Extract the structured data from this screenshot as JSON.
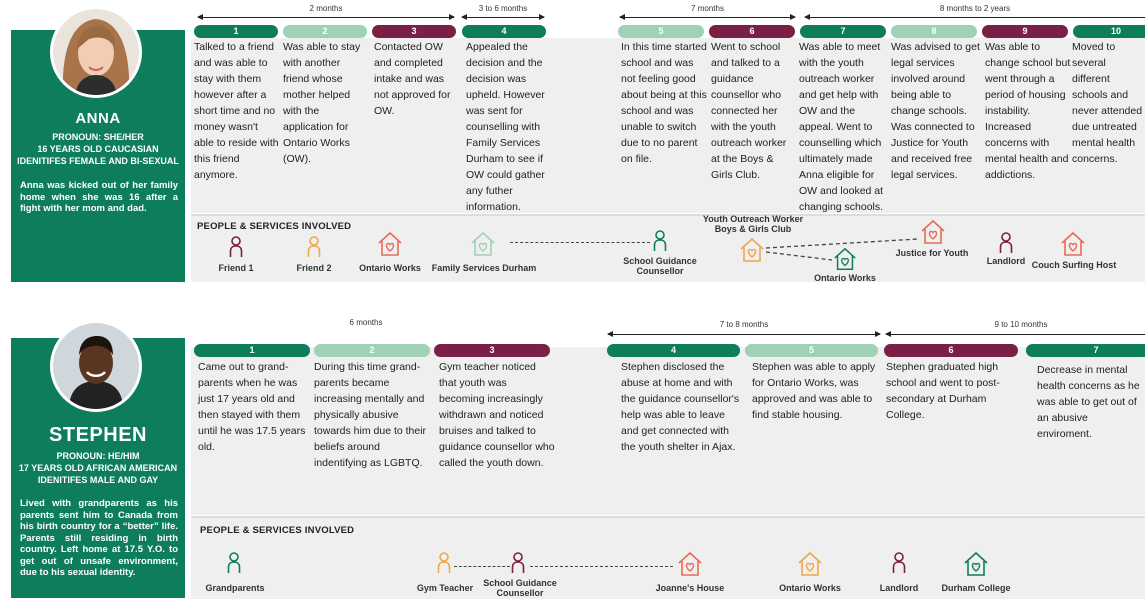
{
  "colors": {
    "green": "#0e7d5c",
    "light_green": "#9fd2b4",
    "maroon": "#7a1f45",
    "orange": "#f0a64a",
    "coral": "#e86b58",
    "grey_band": "#efefef"
  },
  "anna": {
    "name": "ANNA",
    "pronoun": "PRONOUN: SHE/HER",
    "age": "16 YEARS OLD CAUCASIAN",
    "identity": "IDENITIFES FEMALE AND BI-SEXUAL",
    "bio": "Anna was kicked out of her family home when she was 16 after a fight with her mom and dad.",
    "spans": [
      "2 months",
      "3 to 6 months",
      "7 months",
      "8 months to 2 years"
    ],
    "steps": [
      {
        "n": "1",
        "text": "Talked to a friend and was able to stay with them however after a short time and no money wasn't able to reside with this friend anymore."
      },
      {
        "n": "2",
        "text": "Was able to stay with another friend whose mother helped with the application for Ontario Works (OW)."
      },
      {
        "n": "3",
        "text": "Contacted OW and completed intake and was not approved for OW."
      },
      {
        "n": "4",
        "text": "Appealed the decision and the decision was upheld. However was sent for counselling with Family Services Durham to see if OW could gather any futher information."
      },
      {
        "n": "5",
        "text": "In this time started school and was not feeling good about being at this school and was unable to switch due to no parent on file."
      },
      {
        "n": "6",
        "text": "Went to school and talked to a guidance counsellor who connected her with the youth outreach worker at the Boys & Girls Club."
      },
      {
        "n": "7",
        "text": "Was able to meet with the youth outreach worker and get help with OW and the appeal. Went to counselling which ultimately made Anna eligible for OW and looked at changing schools."
      },
      {
        "n": "8",
        "text": "Was advised to get legal services involved around being able to change schools. Was connected to Justice for Youth and received free legal services."
      },
      {
        "n": "9",
        "text": "Was able to change school but went through a period of housing instability. Increased concerns with mental health and addictions."
      },
      {
        "n": "10",
        "text": "Moved to several different schools and never attended due untreated mental health concerns."
      }
    ],
    "services_title": "PEOPLE & SERVICES INVOLVED",
    "services": [
      "Friend 1",
      "Friend 2",
      "Ontario Works",
      "Family Services Durham",
      "School Guidance Counsellor",
      "Youth Outreach Worker Boys & Girls Club",
      "Ontario Works",
      "Justice for Youth",
      "Landlord",
      "Couch Surfing Host"
    ]
  },
  "stephen": {
    "name": "STEPHEN",
    "pronoun": "PRONOUN: HE/HIM",
    "age": "17 YEARS OLD AFRICAN AMERICAN",
    "identity": "IDENITIFES MALE AND GAY",
    "bio": "Lived with grandparents as his parents sent him to Canada from his birth country for a “better” life. Parents still residing in birth country. Left home at 17.5 Y.O. to get out of unsafe environment, due to his sexual identity.",
    "spans": [
      "6 months",
      "7 to 8 months",
      "9 to 10 months"
    ],
    "steps": [
      {
        "n": "1",
        "text": "Came out to grand-parents when he was just 17 years old and then stayed with them until he was 17.5 years old."
      },
      {
        "n": "2",
        "text": "During this time grand-parents became increasing mentally and physically abusive towards him due to their beliefs around indentifying as LGBTQ."
      },
      {
        "n": "3",
        "text": "Gym teacher noticed that youth was becoming increasingly withdrawn and noticed bruises and talked to guidance counsellor who called the youth down."
      },
      {
        "n": "4",
        "text": "Stephen disclosed the abuse at home and with the guidance counsellor's help was able to leave and get connected with the youth shelter in Ajax."
      },
      {
        "n": "5",
        "text": "Stephen was able to apply for Ontario Works, was approved and was able to find stable housing."
      },
      {
        "n": "6",
        "text": "Stephen graduated high school and went to post-secondary at Durham College."
      },
      {
        "n": "7",
        "text": "Decrease in mental health concerns as he was able to get out of an abusive enviroment."
      }
    ],
    "services_title": "PEOPLE & SERVICES INVOLVED",
    "services": [
      "Grandparents",
      "Gym Teacher",
      "School Guidance Counsellor",
      "Joanne's House",
      "Ontario Works",
      "Landlord",
      "Durham College"
    ]
  }
}
